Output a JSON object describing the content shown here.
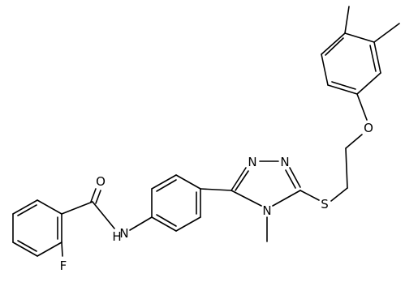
{
  "molecule": {
    "atoms": {
      "oxygen_carbonyl": "O",
      "nitrogen_amide": "N",
      "hydrogen_amide": "H",
      "fluorine": "F",
      "nitrogen_triazole_1": "N",
      "nitrogen_triazole_2": "N",
      "nitrogen_triazole_4": "N",
      "sulfur": "S",
      "oxygen_ether": "O"
    }
  }
}
